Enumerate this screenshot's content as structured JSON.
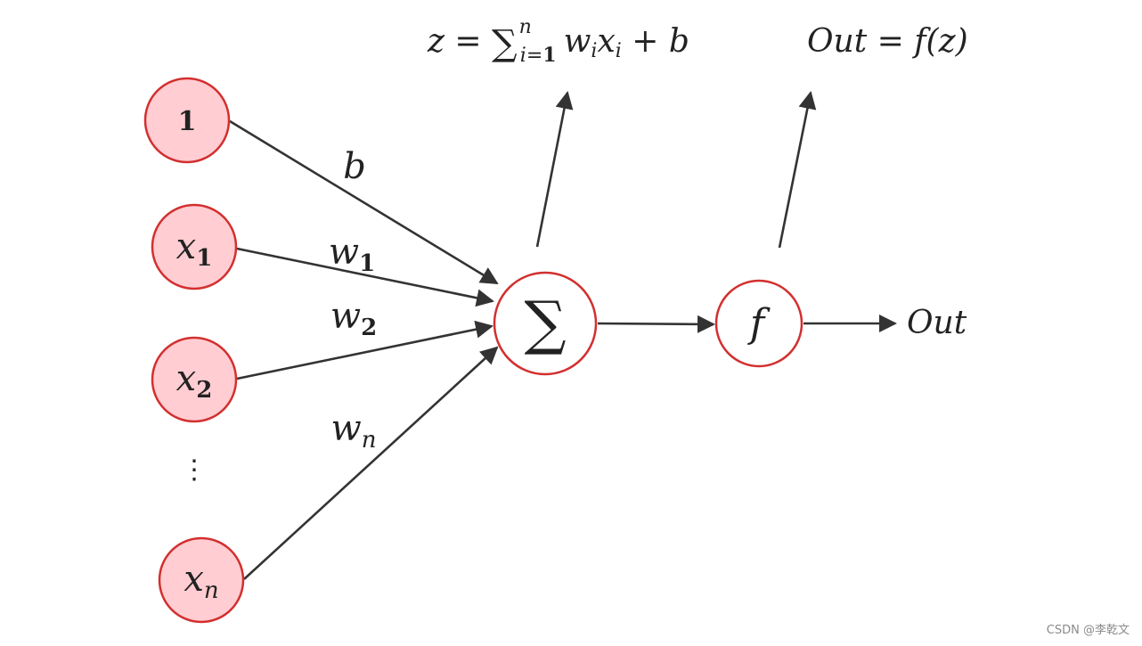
{
  "nodes": {
    "bias": "1",
    "x1": {
      "base": "x",
      "sub": "1"
    },
    "x2": {
      "base": "x",
      "sub": "2"
    },
    "xn": {
      "base": "x",
      "sub": "n"
    },
    "dots": "⋮",
    "sum": "∑",
    "activation": "f"
  },
  "edge_labels": {
    "bias": "b",
    "w1": {
      "base": "w",
      "sub": "1"
    },
    "w2": {
      "base": "w",
      "sub": "2"
    },
    "wn": {
      "base": "w",
      "sub": "n"
    }
  },
  "formulas": {
    "sum": {
      "lhs": "z",
      "eq": " = ",
      "sigma": "∑",
      "upper": "n",
      "lower_var": "i",
      "lower_eq": "=",
      "lower_val": "1",
      "w": "w",
      "w_sub": "i",
      "x": "x",
      "x_sub": "i",
      "plus": " + ",
      "b": "b"
    },
    "output": {
      "lhs": "Out",
      "eq": " = ",
      "rhs": "f(z)"
    }
  },
  "output_label": "Out",
  "watermark": "CSDN @李乾文",
  "colors": {
    "input_fill": "#ffcdd2",
    "node_stroke": "#d32f2f",
    "edge": "#333333",
    "text": "#222222"
  }
}
